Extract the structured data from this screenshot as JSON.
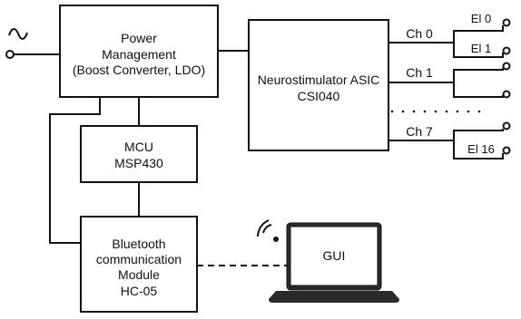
{
  "blocks": {
    "power": {
      "lines": [
        "Power",
        "Management",
        "(Boost Converter, LDO)"
      ]
    },
    "mcu": {
      "lines": [
        "MCU",
        "MSP430"
      ]
    },
    "bluetooth": {
      "lines": [
        "Bluetooth",
        "communication",
        "Module",
        "HC-05"
      ]
    },
    "asic": {
      "lines": [
        "Neurostimulator ASIC",
        "CSI040"
      ]
    },
    "gui": {
      "label": "GUI"
    }
  },
  "channels": [
    {
      "label": "Ch 0",
      "electrodes": [
        "El 0",
        "El 1"
      ]
    },
    {
      "label": "Ch 1",
      "electrodes": [
        "",
        ""
      ]
    },
    {
      "label": "Ch 7",
      "electrodes": [
        "",
        "El 16"
      ]
    }
  ],
  "icons": {
    "ac_source": "ac-source-icon",
    "wifi": "wifi-icon",
    "laptop": "laptop-icon"
  }
}
